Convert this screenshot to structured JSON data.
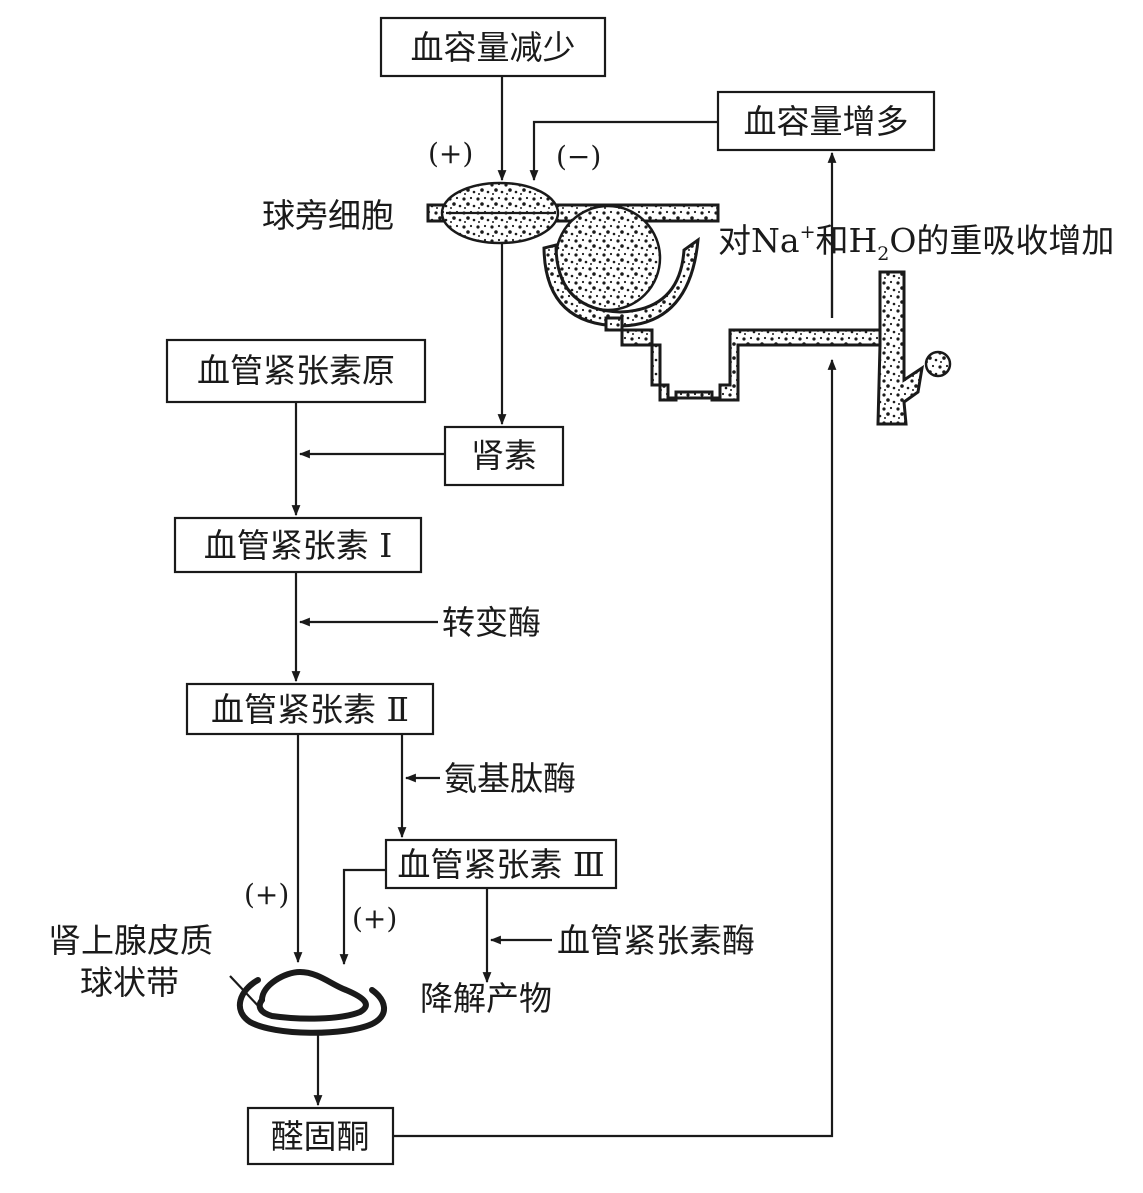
{
  "nodes": {
    "blood_volume_decrease": "血容量减少",
    "blood_volume_increase": "血容量增多",
    "juxtaglomerular_cells": "球旁细胞",
    "reabsorption": {
      "prefix": "对Na",
      "sup": "+",
      "middle": "和H",
      "sub": "2",
      "suffix": "O的重吸收增加"
    },
    "angiotensinogen": "血管紧张素原",
    "renin": "肾素",
    "angiotensin_1": "血管紧张素 Ⅰ",
    "converting_enzyme": "转变酶",
    "angiotensin_2": "血管紧张素 Ⅱ",
    "aminopeptidase": "氨基肽酶",
    "angiotensin_3": "血管紧张素 Ⅲ",
    "angiotensinase": "血管紧张素酶",
    "degradation_products": "降解产物",
    "adrenal_line1": "肾上腺皮质",
    "adrenal_line2": "球状带",
    "aldosterone": "醛固酮"
  },
  "signs": {
    "plus_top": "(+)",
    "minus_top": "(−)",
    "plus_ang2": "(+)",
    "plus_ang3": "(+)"
  }
}
